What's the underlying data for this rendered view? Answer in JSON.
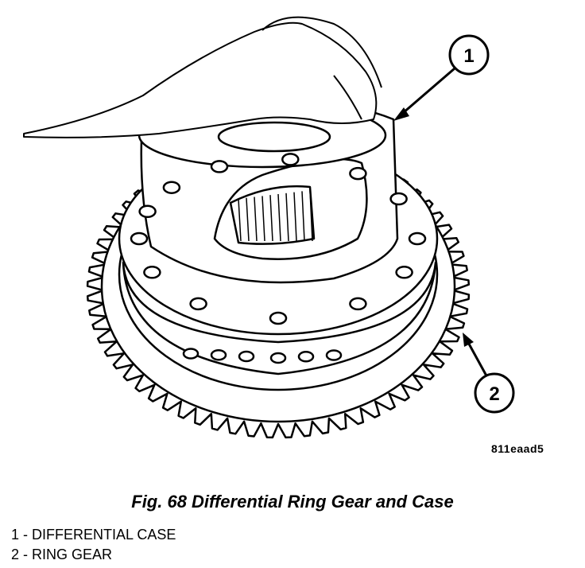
{
  "figure": {
    "id_code": "811eaad5",
    "caption": "Fig. 68 Differential Ring Gear and Case"
  },
  "callouts": [
    {
      "number": "1",
      "label": "DIFFERENTIAL CASE"
    },
    {
      "number": "2",
      "label": "RING GEAR"
    }
  ]
}
